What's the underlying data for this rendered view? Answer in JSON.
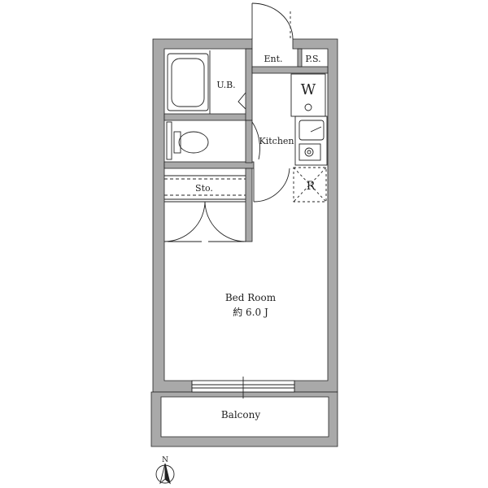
{
  "rooms": {
    "entrance": "Ent.",
    "pipe_space": "P.S.",
    "unit_bath": "U.B.",
    "washer": "W",
    "kitchen": "Kitchen",
    "refrigerator": "R",
    "storage": "Sto.",
    "bedroom_name": "Bed Room",
    "bedroom_size": "約 6.0 J",
    "balcony": "Balcony"
  },
  "compass": {
    "north_label": "N"
  },
  "colors": {
    "wall": "#a9a9a9",
    "line": "#222222",
    "background": "#ffffff"
  }
}
